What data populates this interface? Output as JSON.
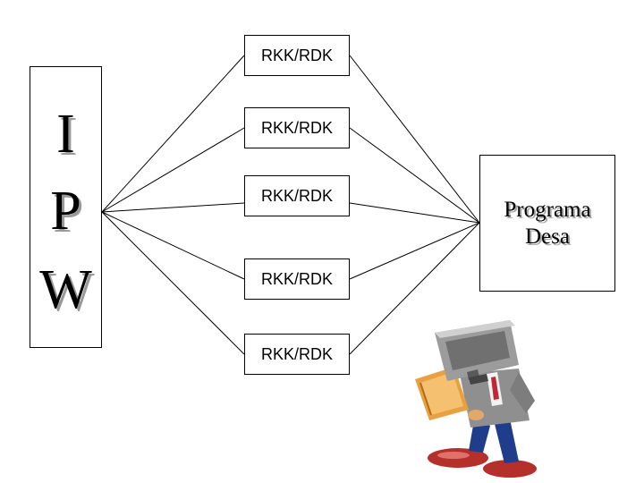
{
  "source_box": {
    "letters": [
      "I",
      "P",
      "W"
    ]
  },
  "rkk_boxes": [
    {
      "label": "RKK/RDK"
    },
    {
      "label": "RKK/RDK"
    },
    {
      "label": "RKK/RDK"
    },
    {
      "label": "RKK/RDK"
    },
    {
      "label": "RKK/RDK"
    }
  ],
  "target_box": {
    "line1": "Programa",
    "line2": "Desa"
  },
  "mascot": {
    "icon": "computer-head-person-reading-icon"
  }
}
